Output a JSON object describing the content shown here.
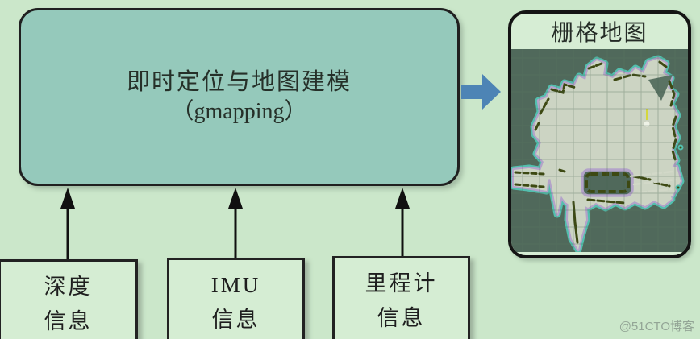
{
  "diagram": {
    "process": {
      "line1": "即时定位与地图建模",
      "line2": "（gmapping）"
    },
    "inputs": [
      {
        "id": "depth",
        "line1": "深度",
        "line2": "信息"
      },
      {
        "id": "imu",
        "line1": "IMU",
        "line2": "信息"
      },
      {
        "id": "odometry",
        "line1": "里程计",
        "line2": "信息"
      }
    ],
    "output": {
      "title": "栅格地图"
    },
    "watermark": "@51CTO博客",
    "colors": {
      "background": "#cbe7ca",
      "process_fill": "#95c9bb",
      "input_box_fill": "#d5edd3",
      "border": "#1c1c1c",
      "flow_arrow_blue": "#4d84b5",
      "map_unknown": "#50695b",
      "map_floor": "#ccd4c3",
      "map_outline_teal": "#53bfae",
      "map_outline_purple": "#b3a3c9",
      "map_wall_olive": "#3d4913"
    }
  }
}
